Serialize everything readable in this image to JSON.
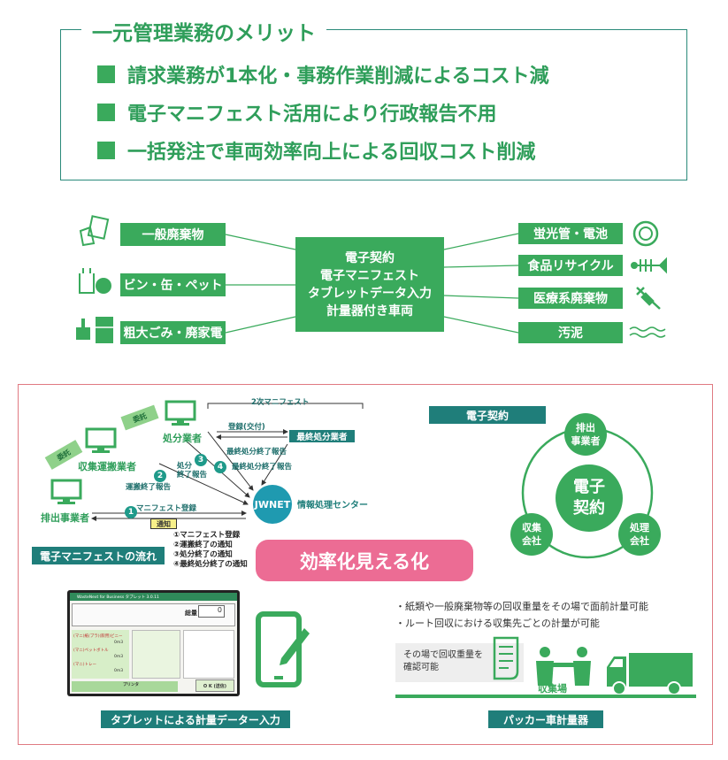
{
  "merit": {
    "title": "一元管理業務のメリット",
    "items": [
      "請求業務が1本化・事務作業削減によるコスト減",
      "電子マニフェスト活用により行政報告不用",
      "一括発注で車両効率向上による回収コスト削減"
    ]
  },
  "hub": {
    "lines": [
      "電子契約",
      "電子マニフェスト",
      "タブレットデータ入力",
      "計量器付き車両"
    ],
    "left_items": [
      "一般廃棄物",
      "ビン・缶・ペット",
      "粗大ごみ・廃家電"
    ],
    "right_items": [
      "蛍光管・電池",
      "食品リサイクル",
      "医療系廃棄物",
      "汚泥"
    ]
  },
  "manifest": {
    "caption": "電子マニフェストの流れ",
    "second_manifest": "2次マニフェスト",
    "actors": {
      "discharger": "排出事業者",
      "collector": "収集運搬業者",
      "processor": "処分業者",
      "final_processor": "最終処分業者",
      "jwnet": "JWNET",
      "jwnet_label": "情報処理センター"
    },
    "consign_1": "委託",
    "consign_2": "委託",
    "register_delivery": "登録(交付)",
    "final_report": "最終処分終了報告",
    "manifest_register": "マニフェスト登録",
    "transport_report": "運搬終了報告",
    "disposal_report_1": "処分",
    "disposal_report_2": "終了報告",
    "final_report_2": "最終処分終了報告",
    "step_numbers": [
      "1",
      "2",
      "3",
      "4"
    ],
    "notice_badge": "通知",
    "notices": [
      "①マニフェスト登録",
      "②運搬終了の通知",
      "③処分終了の通知",
      "④最終処分終了の通知"
    ]
  },
  "efficiency": "効率化見える化",
  "contract": {
    "badge": "電子契約",
    "center": [
      "電子",
      "契約"
    ],
    "nodes": [
      [
        "排出",
        "事業者"
      ],
      [
        "収集",
        "会社"
      ],
      [
        "処理",
        "会社"
      ]
    ]
  },
  "tablet": {
    "caption": "タブレットによる計量データー入力",
    "app_title": "WasteNext for Business タブレット 3.0.11",
    "rows": [
      "(マニ)紙(プラ)(飲用)ビニー",
      "(マニ)ペットボトル",
      "(マニ)トレー"
    ],
    "unit": "0m3",
    "weight_label": "総量",
    "weight_value": "0",
    "ok_label": "O K (送信)",
    "print_label": "プリンタ"
  },
  "scale": {
    "bullets": [
      "・紙類や一般廃棄物等の回収重量をその場で面前計量可能",
      "・ルート回収における収集先ごとの計量が可能"
    ],
    "note": [
      "その場で回収重量を",
      "確認可能"
    ],
    "site": "収集場",
    "caption": "パッカー車計量器"
  },
  "colors": {
    "green": "#3aaa5c",
    "teal": "#1f7e7a",
    "pink": "#ec6c94",
    "panel_border": "#e07a82"
  }
}
